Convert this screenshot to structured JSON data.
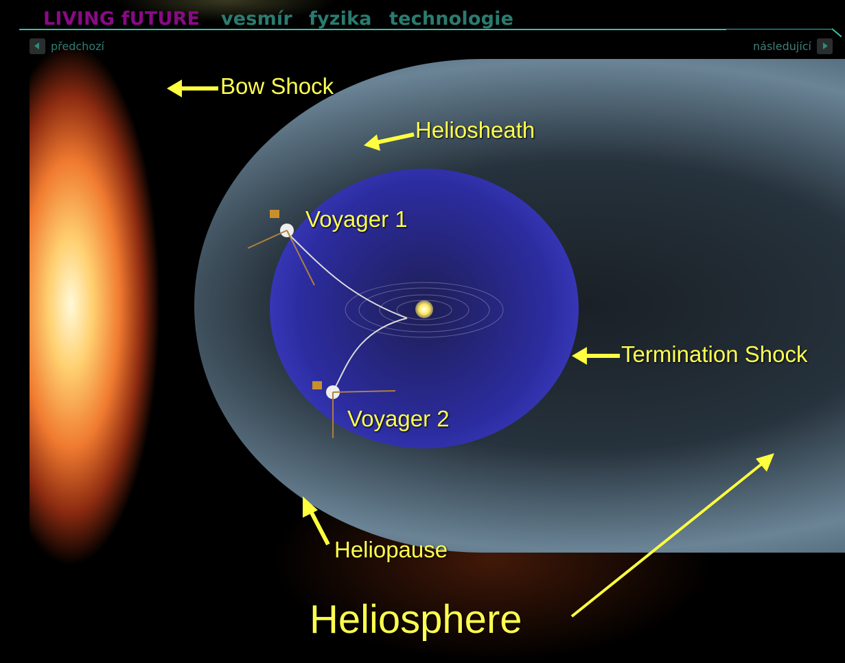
{
  "header": {
    "brand": "LIVING fUTURE",
    "nav": [
      "vesmír",
      "fyzika",
      "technologie"
    ]
  },
  "pager": {
    "prev": "předchozí",
    "next": "následující"
  },
  "image": {
    "labels": {
      "bow_shock": "Bow Shock",
      "heliosheath": "Heliosheath",
      "voyager1": "Voyager 1",
      "voyager2": "Voyager 2",
      "termination_shock": "Termination Shock",
      "heliopause": "Heliopause",
      "heliosphere": "Heliosphere"
    },
    "label_color": "#ffff50"
  }
}
